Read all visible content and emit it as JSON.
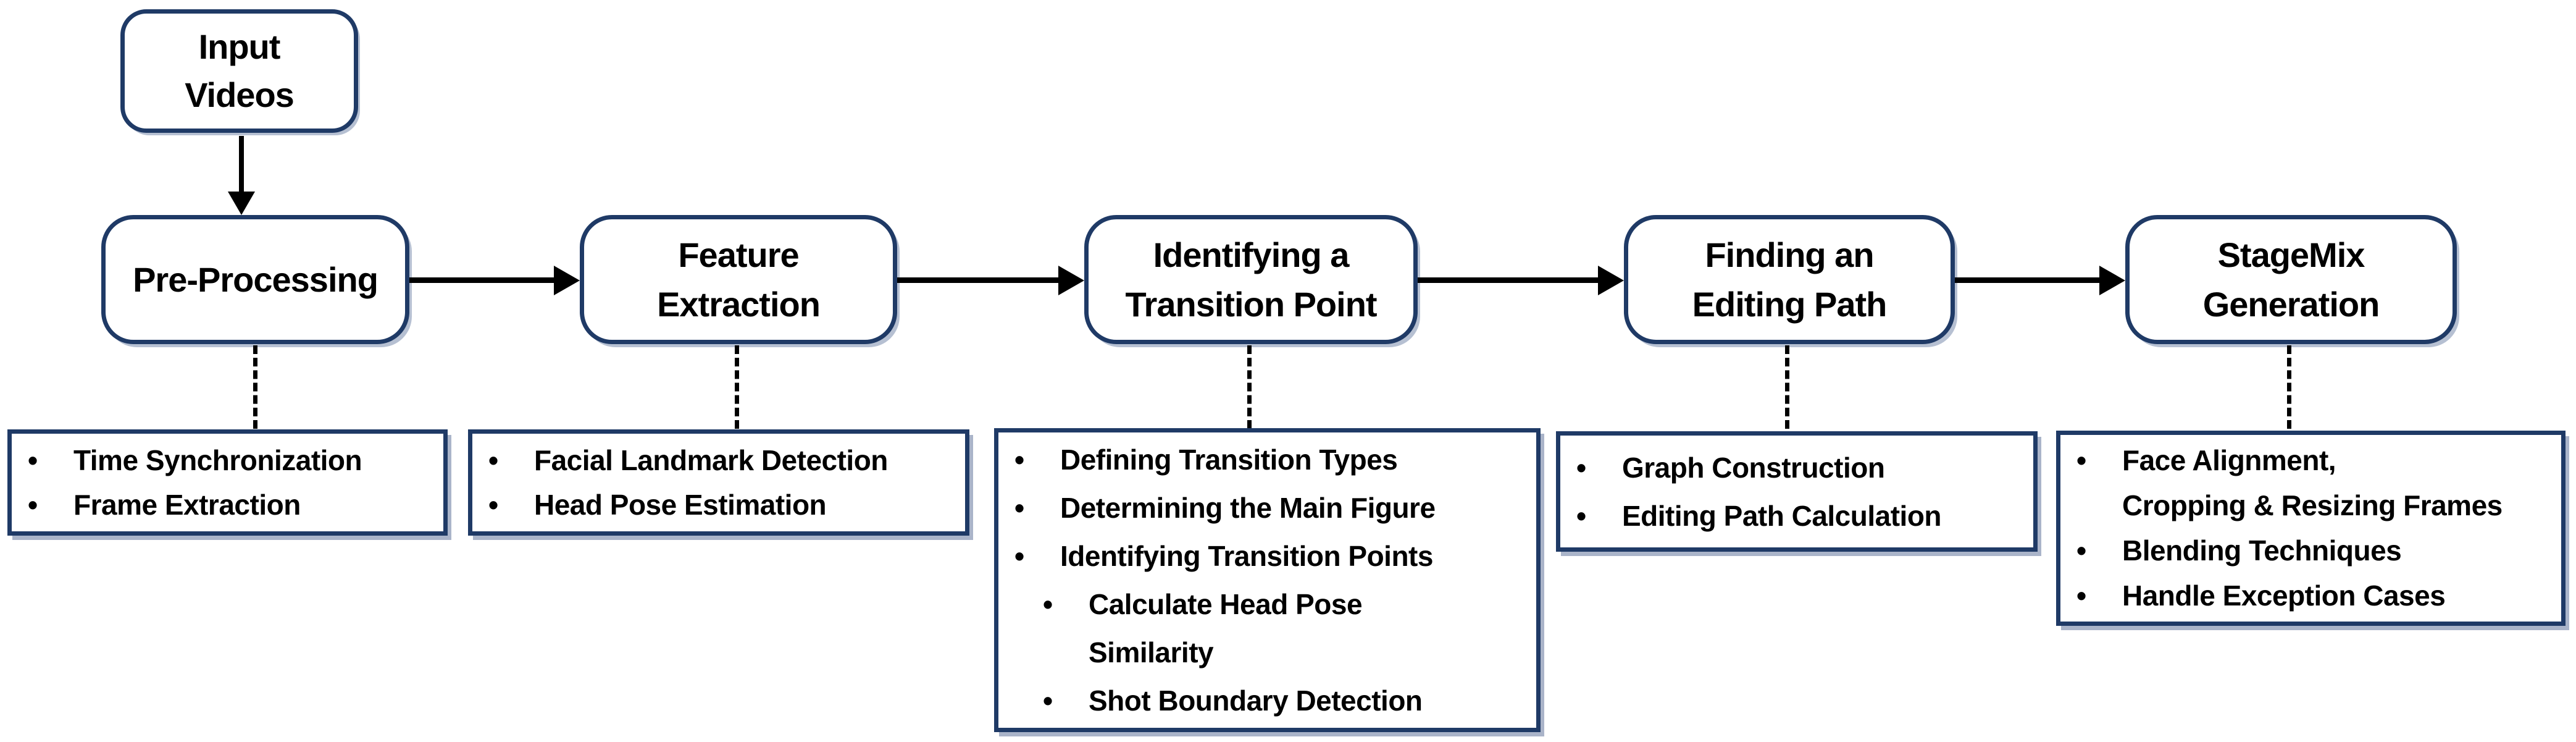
{
  "colors": {
    "background": "#ffffff",
    "box_border_navy": "#1f3a66",
    "text_black": "#000000",
    "arrow_black": "#000000",
    "shadow_blue_gray": "#aab4c9"
  },
  "glyphs": {
    "bullet": "•"
  },
  "input_node": {
    "lines": [
      "Input",
      "Videos"
    ]
  },
  "stages": [
    {
      "title_lines": [
        "Pre-Processing"
      ],
      "details": [
        "Time Synchronization",
        "Frame Extraction"
      ]
    },
    {
      "title_lines": [
        "Feature",
        "Extraction"
      ],
      "details": [
        "Facial Landmark Detection",
        "Head Pose Estimation"
      ]
    },
    {
      "title_lines": [
        "Identifying a",
        "Transition Point"
      ],
      "details": [
        "Defining Transition Types",
        "Determining the Main Figure",
        "Identifying Transition Points",
        "Calculate Head Pose",
        "Similarity",
        "Shot Boundary Detection"
      ]
    },
    {
      "title_lines": [
        "Finding an",
        "Editing Path"
      ],
      "details": [
        "Graph Construction",
        "Editing Path Calculation"
      ]
    },
    {
      "title_lines": [
        "StageMix",
        "Generation"
      ],
      "details": [
        "Face Alignment,",
        "Cropping & Resizing Frames",
        "Blending Techniques",
        "Handle Exception Cases"
      ]
    }
  ]
}
